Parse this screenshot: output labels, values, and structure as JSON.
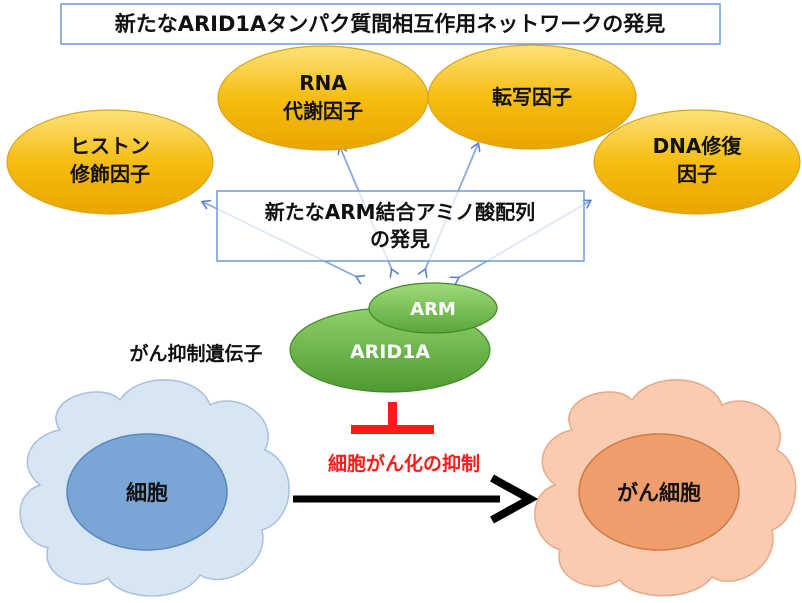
{
  "title": "新たなARID1Aタンパク質間相互作用ネットワークの発見",
  "factors": {
    "histone": [
      "ヒストン",
      "修飾因子"
    ],
    "rna": [
      "RNA",
      "代謝因子"
    ],
    "transcription": [
      "転写因子"
    ],
    "dna_repair": [
      "DNA修復",
      "因子"
    ]
  },
  "arm_discovery": [
    "新たなARM結合アミノ酸配列",
    "の発見"
  ],
  "protein": {
    "arm_label": "ARM",
    "arid1a_label": "ARID1A",
    "suppressor_label": "がん抑制遺伝子"
  },
  "cells": {
    "normal_label": "細胞",
    "cancer_label": "がん細胞"
  },
  "inhibition_label": "細胞がん化の抑制",
  "colors": {
    "factor_fill": "#f5b80a",
    "arrow_blue": "#6b8fd8",
    "protein_green": "#5aa63a",
    "inhibit_red": "#ff1a1a",
    "normal_cloud": "#d8e6f4",
    "normal_nucleus": "#7aa6d6",
    "cancer_cloud": "#f9cbb0",
    "cancer_nucleus": "#ef9d6b"
  }
}
